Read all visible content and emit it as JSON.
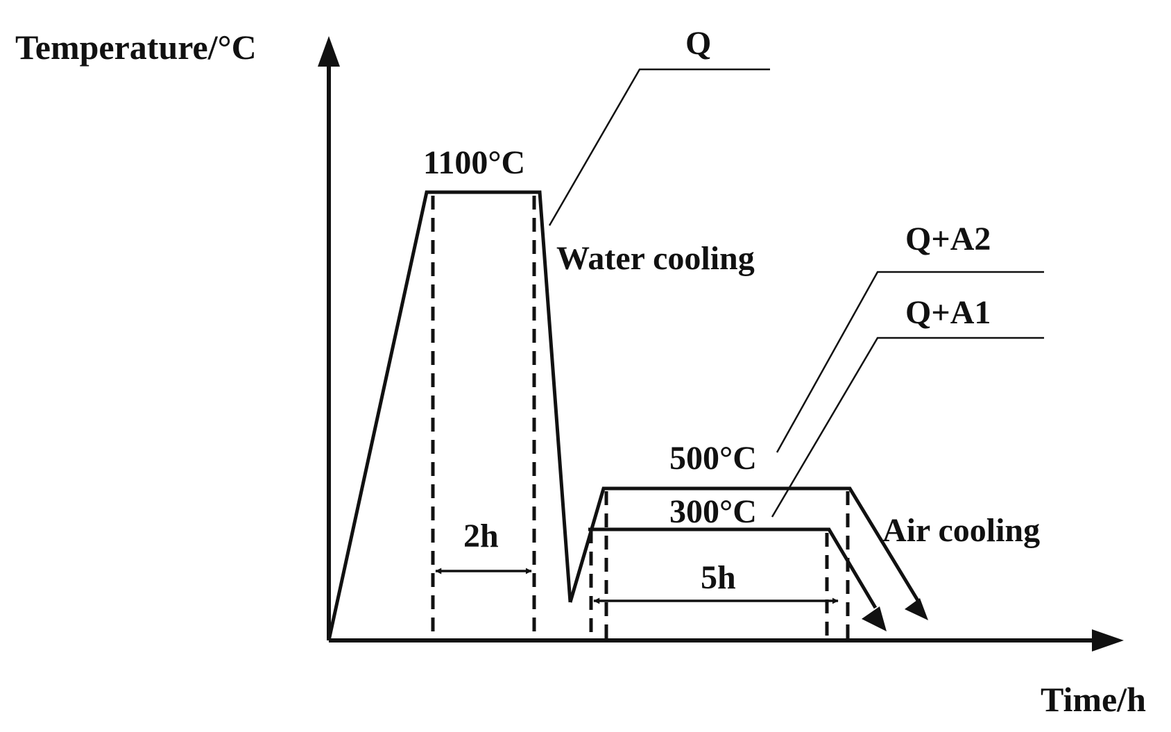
{
  "axes": {
    "y_title": "Temperature/°C",
    "x_title": "Time/h"
  },
  "temperatures": {
    "solution": "1100°C",
    "aging_high": "500°C",
    "aging_low": "300°C"
  },
  "durations": {
    "hold_solution": "2h",
    "hold_aging": "5h"
  },
  "cooling": {
    "water": "Water cooling",
    "air": "Air cooling"
  },
  "treatments": {
    "quench": "Q",
    "quench_age_500": "Q+A2",
    "quench_age_300": "Q+A1"
  },
  "colors": {
    "line": "#111111",
    "background": "#ffffff"
  }
}
